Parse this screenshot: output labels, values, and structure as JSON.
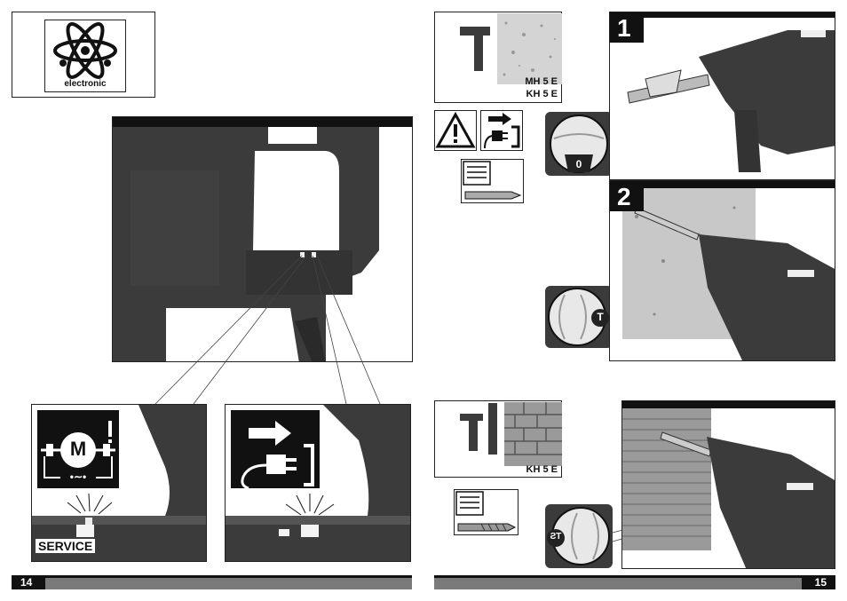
{
  "left_page": {
    "number": "14",
    "electronic_label": "electronic",
    "motor_letter": "M",
    "motor_symbol": "•∼•",
    "service_label": "SERVICE"
  },
  "right_page": {
    "number": "15",
    "model_label_top_1": "MH 5 E",
    "model_label_top_2": "KH 5 E",
    "model_label_bottom": "KH 5 E",
    "step_1": "1",
    "step_2": "2",
    "dial_1_label": "0",
    "dial_2_label": "T",
    "dial_3_label": "ƧT"
  },
  "colors": {
    "tool_body": "#3b3b3b",
    "black": "#111111",
    "footer_gray": "#7a7a7a",
    "concrete": "#c8c8c8",
    "brick": "#9a9a9a"
  }
}
